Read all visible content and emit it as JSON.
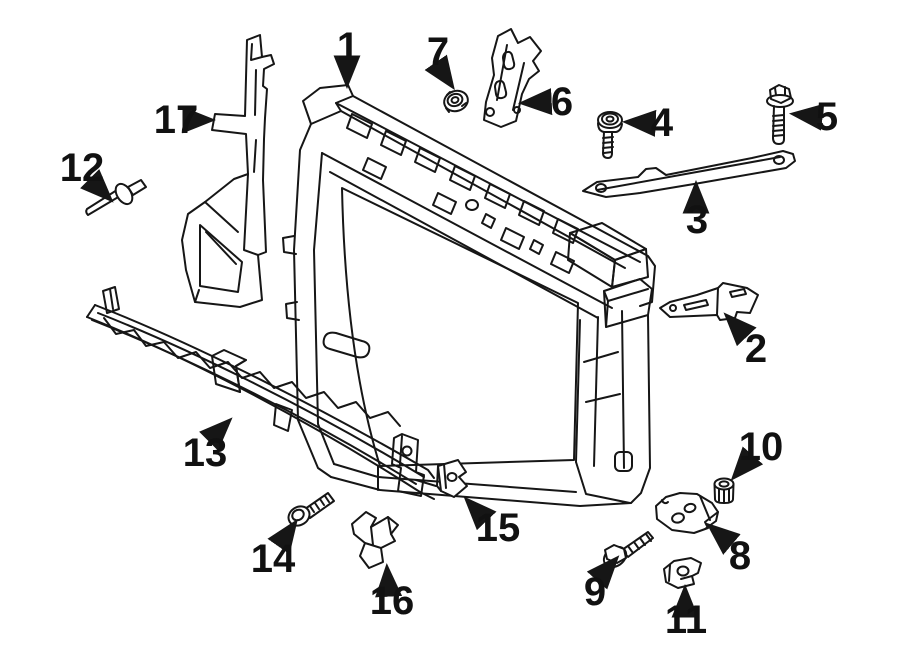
{
  "figure": {
    "background_color": "#ffffff",
    "line_color": "#161616",
    "callouts": [
      {
        "number": "1"
      },
      {
        "number": "2"
      },
      {
        "number": "3"
      },
      {
        "number": "4"
      },
      {
        "number": "5"
      },
      {
        "number": "6"
      },
      {
        "number": "7"
      },
      {
        "number": "8"
      },
      {
        "number": "9"
      },
      {
        "number": "10"
      },
      {
        "number": "11"
      },
      {
        "number": "12"
      },
      {
        "number": "13"
      },
      {
        "number": "14"
      },
      {
        "number": "15"
      },
      {
        "number": "16"
      },
      {
        "number": "17"
      }
    ]
  }
}
